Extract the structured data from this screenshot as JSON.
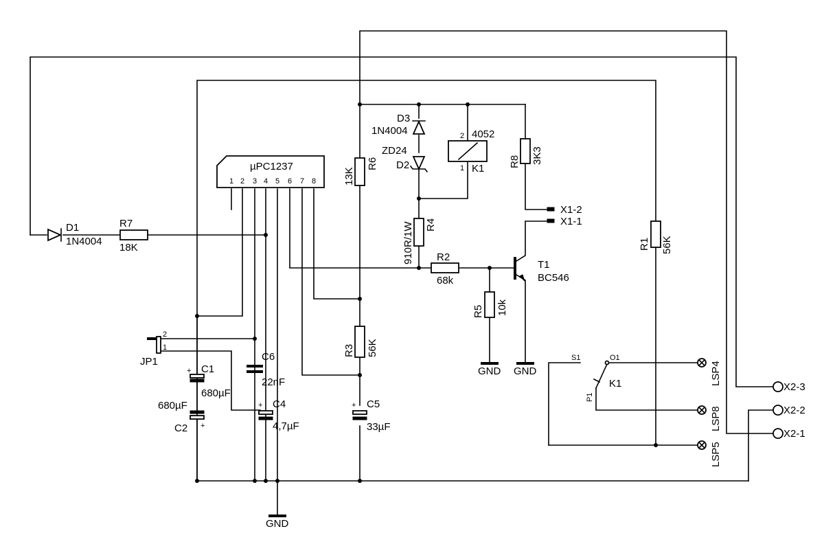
{
  "components": {
    "ic": {
      "name": "µPC1237",
      "pins": [
        "1",
        "2",
        "3",
        "4",
        "5",
        "6",
        "7",
        "8"
      ]
    },
    "d1": {
      "ref": "D1",
      "value": "1N4004"
    },
    "r7": {
      "ref": "R7",
      "value": "18K"
    },
    "r6": {
      "ref": "R6",
      "value": "13K"
    },
    "d3": {
      "ref": "D3",
      "value": "1N4004"
    },
    "d2": {
      "ref": "D2",
      "value": "ZD24"
    },
    "k1": {
      "ref": "K1",
      "value": "4052",
      "pin1": "1",
      "pin2": "2"
    },
    "r8": {
      "ref": "R8",
      "value": "3K3"
    },
    "r4": {
      "ref": "R4",
      "value": "910R/1W"
    },
    "r2": {
      "ref": "R2",
      "value": "68k"
    },
    "t1": {
      "ref": "T1",
      "value": "BC546"
    },
    "r5": {
      "ref": "R5",
      "value": "10k"
    },
    "r3": {
      "ref": "R3",
      "value": "56K"
    },
    "r1": {
      "ref": "R1",
      "value": "56K"
    },
    "c1": {
      "ref": "C1",
      "value": "680µF"
    },
    "c2": {
      "ref": "C2",
      "value": "680µF"
    },
    "c6": {
      "ref": "C6",
      "value": "22nF"
    },
    "c4": {
      "ref": "C4",
      "value": "4,7µF"
    },
    "c5": {
      "ref": "C5",
      "value": "33µF"
    },
    "jp1": {
      "ref": "JP1",
      "pin1": "1",
      "pin2": "2"
    },
    "k1_switch": {
      "ref": "K1",
      "s1": "S1",
      "o1": "O1",
      "p1": "P1"
    }
  },
  "connectors": {
    "x1_2": "X1-2",
    "x1_1": "X1-1",
    "x2_3": "X2-3",
    "x2_2": "X2-2",
    "x2_1": "X2-1",
    "lsp4": "LSP4",
    "lsp8": "LSP8",
    "lsp5": "LSP5"
  },
  "gnd": {
    "label": "GND"
  },
  "polarity": {
    "plus": "+"
  }
}
